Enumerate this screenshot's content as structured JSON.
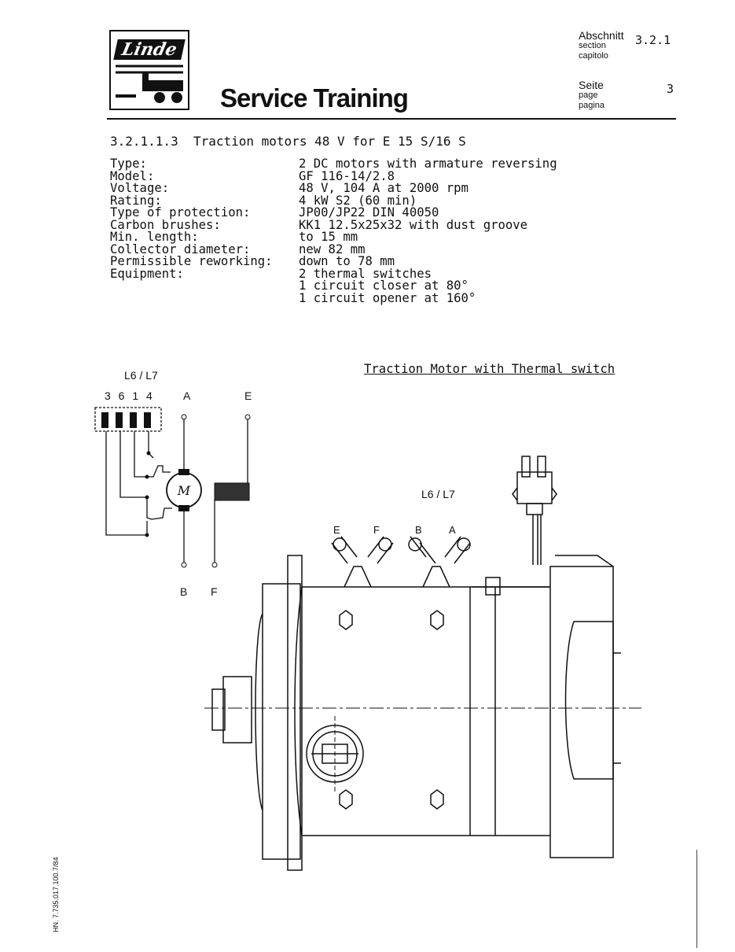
{
  "header": {
    "logo_text": "Linde",
    "title": "Service Training",
    "section": {
      "label": "Abschnitt",
      "sub1": "section",
      "sub2": "capitolo",
      "value": "3.2.1"
    },
    "page": {
      "label": "Seite",
      "sub1": "page",
      "sub2": "pagina",
      "value": "3"
    }
  },
  "heading": "3.2.1.1.3  Traction motors 48 V for E 15 S/16 S",
  "specs": [
    {
      "key": "Type:",
      "value": "2 DC motors with armature reversing"
    },
    {
      "key": "Model:",
      "value": "GF 116-14/2.8"
    },
    {
      "key": "Voltage:",
      "value": "48 V, 104 A at 2000 rpm"
    },
    {
      "key": "Rating:",
      "value": "4 kW S2 (60 min)"
    },
    {
      "key": "Type of protection:",
      "value": "JP00/JP22 DIN 40050"
    },
    {
      "key": "Carbon brushes:",
      "value": "KK1 12.5x25x32 with dust groove"
    },
    {
      "key": "Min. length:",
      "value": "to 15 mm"
    },
    {
      "key": "Collector diameter:",
      "value": "new 82 mm"
    },
    {
      "key": "Permissible reworking:",
      "value": "down to 78 mm"
    },
    {
      "key": "Equipment:",
      "value": "2 thermal switches"
    },
    {
      "key": "",
      "value": "1 circuit closer at 80°"
    },
    {
      "key": "",
      "value": "1 circuit opener at 160°"
    }
  ],
  "figure": {
    "caption": "Traction Motor with Thermal switch",
    "schematic": {
      "connector_label": "L6 / L7",
      "pins": "3 6 1 4",
      "term_a": "A",
      "term_e": "E",
      "term_b": "B",
      "term_f": "F",
      "motor_symbol": "M"
    },
    "drawing": {
      "connector_label": "L6 / L7",
      "term_e": "E",
      "term_f": "F",
      "term_b": "B",
      "term_a": "A"
    }
  },
  "footer": {
    "side_code": "HN. 7.735.017.100.7/84"
  }
}
